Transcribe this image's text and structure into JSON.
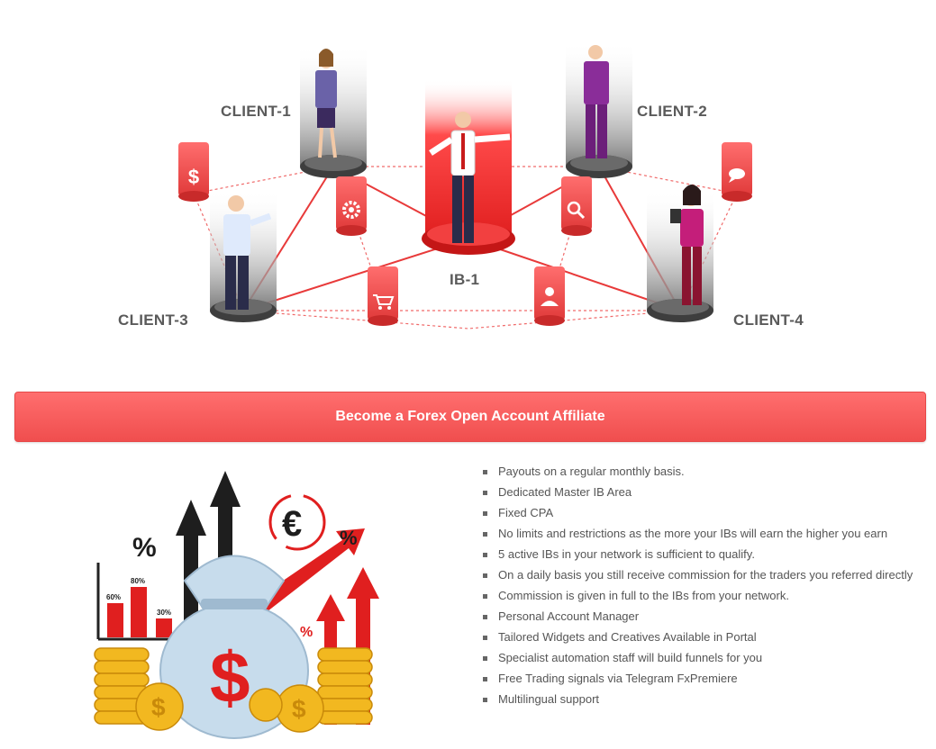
{
  "network": {
    "center_label": "IB-1",
    "clients": [
      "CLIENT-1",
      "CLIENT-2",
      "CLIENT-3",
      "CLIENT-4"
    ],
    "icons": [
      "dollar-icon",
      "gear-icon",
      "cart-icon",
      "search-icon",
      "user-icon",
      "chat-icon"
    ]
  },
  "cta": {
    "label": "Become a Forex Open Account Affiliate"
  },
  "illustration": {
    "bars": [
      "60%",
      "80%",
      "30%"
    ],
    "percent_signs": [
      "%",
      "%",
      "%"
    ],
    "currency": "€",
    "bag_symbol": "$"
  },
  "benefits": [
    "Payouts on a regular monthly basis.",
    "Dedicated Master IB Area",
    "Fixed CPA",
    "No limits and restrictions as the more your IBs will earn the higher you earn",
    "5 active IBs in your network is sufficient to qualify.",
    "On a daily basis you still receive commission for the traders you referred directly",
    "Commission is given in full to the IBs from your network.",
    "Personal Account Manager",
    "Tailored Widgets and Creatives Available in Portal",
    "Specialist automation staff will build funnels for you",
    "Free Trading signals via Telegram FxPremiere",
    "Multilingual support"
  ],
  "colors": {
    "accent": "#f04e4e",
    "text": "#555555"
  }
}
